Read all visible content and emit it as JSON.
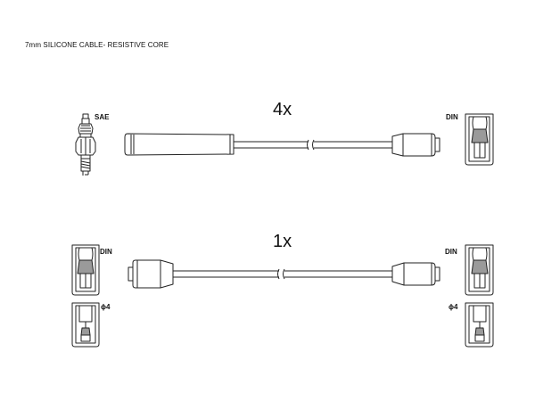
{
  "heading": "7mm SILICONE CABLE- RESISTIVE CORE",
  "cables": [
    {
      "quantity": "4x",
      "left_end": "SAE",
      "right_end": "DIN"
    },
    {
      "quantity": "1x",
      "left_end": "DIN",
      "right_end": "DIN"
    }
  ],
  "labels": {
    "sae": "SAE",
    "din": "DIN",
    "phi4": "ϕ4"
  },
  "colors": {
    "line": "#222222",
    "fill": "#ffffff",
    "shade": "#9a9a9a"
  }
}
